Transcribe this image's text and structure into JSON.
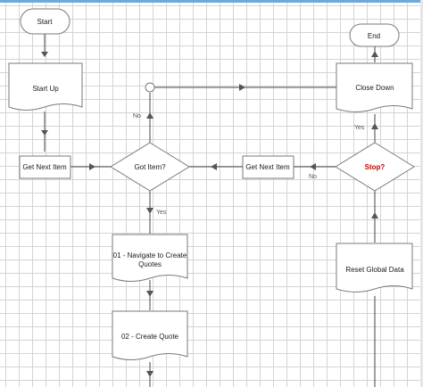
{
  "nodes": {
    "start": "Start",
    "start_up": "Start Up",
    "get_next_item_left": "Get Next Item",
    "got_item": "Got Item?",
    "get_next_item_right": "Get Next Item",
    "stop": "Stop?",
    "end": "End",
    "close_down": "Close Down",
    "navigate_line1": "01 - Navigate to Create",
    "navigate_line2": "Quotes",
    "create_quote": "02 - Create Quote",
    "reset_global_data": "Reset Global Data"
  },
  "edges": {
    "no_got_item": "No",
    "yes_got_item": "Yes",
    "no_stop": "No",
    "yes_stop": "Yes"
  },
  "colors": {
    "grid": "#d4d4d4",
    "stroke": "#7a7a7a",
    "stop_text": "#cc0000"
  }
}
